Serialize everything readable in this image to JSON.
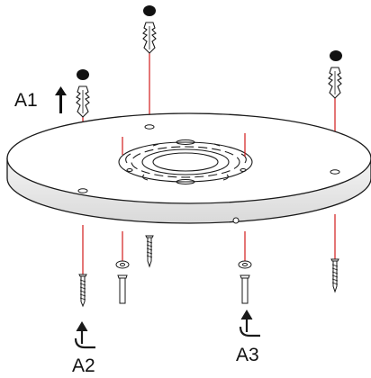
{
  "labels": {
    "a1": "A1",
    "a2": "A2",
    "a3": "A3"
  },
  "colors": {
    "guide_line": "#d11a1a",
    "outline": "#1a1a1a",
    "background": "#ffffff"
  },
  "icons": {
    "wall_anchor": "wall-anchor-icon",
    "screw": "screw-icon",
    "washer": "washer-icon",
    "drill_hole": "drill-hole-icon",
    "rotate_arrow": "hook-arrow-icon",
    "up_arrow": "up-arrow-icon"
  }
}
